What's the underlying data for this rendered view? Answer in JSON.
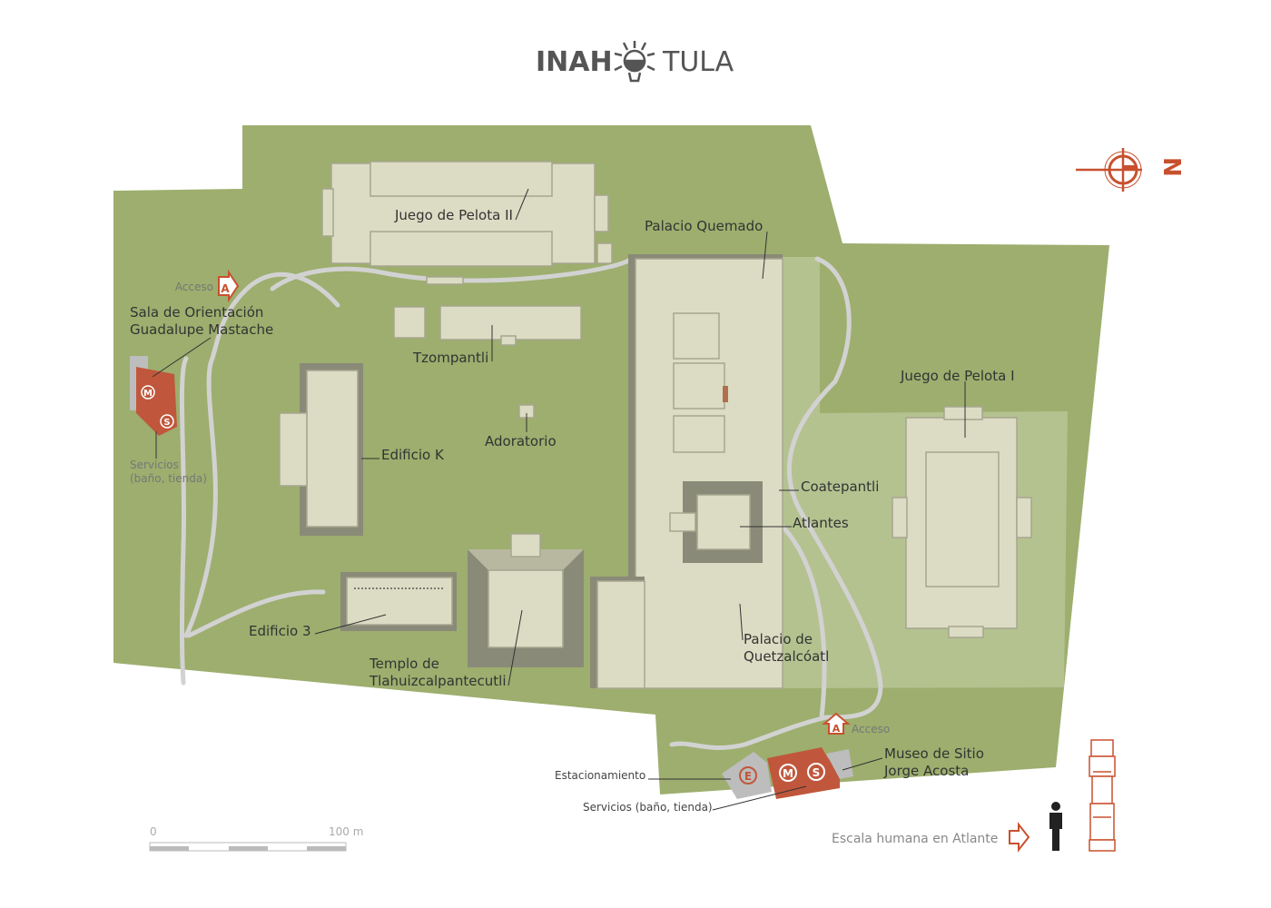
{
  "header": {
    "brand": "INAH",
    "site": "TULA",
    "logo_icon": "inah-glyph-icon"
  },
  "colors": {
    "ground": "#9dae6e",
    "ground_light": "#b4c290",
    "building": "#dcdcc4",
    "accent": "#c0573c",
    "path": "#d2d2d2"
  },
  "compass": {
    "label": "N"
  },
  "labels": {
    "juego_pelota_2": "Juego de Pelota II",
    "palacio_quemado": "Palacio Quemado",
    "tzompantli": "Tzompantli",
    "adoratorio": "Adoratorio",
    "edificio_k": "Edificio K",
    "edificio_3": "Edificio 3",
    "templo": [
      "Templo de",
      "Tlahuizcalpantecutli"
    ],
    "coatepantli": "Coatepantli",
    "atlantes": "Atlantes",
    "palacio_quetzalcoatl": [
      "Palacio de",
      "Quetzalcóatl"
    ],
    "juego_pelota_1": "Juego de Pelota I",
    "sala": [
      "Sala de Orientación",
      "Guadalupe Mastache"
    ],
    "servicios_left": [
      "Servicios",
      "(baño, tienda)"
    ],
    "acceso_1": "Acceso",
    "acceso_2": "Acceso",
    "museo": [
      "Museo de Sitio",
      "Jorge Acosta"
    ],
    "estacionamiento": "Estacionamiento",
    "servicios_bottom": "Servicios (baño, tienda)"
  },
  "markers": {
    "museum": "M",
    "services": "S",
    "parking": "E",
    "access": "A"
  },
  "scale": {
    "start": "0",
    "end": "100 m"
  },
  "human_scale": {
    "label": "Escala humana en Atlante"
  }
}
